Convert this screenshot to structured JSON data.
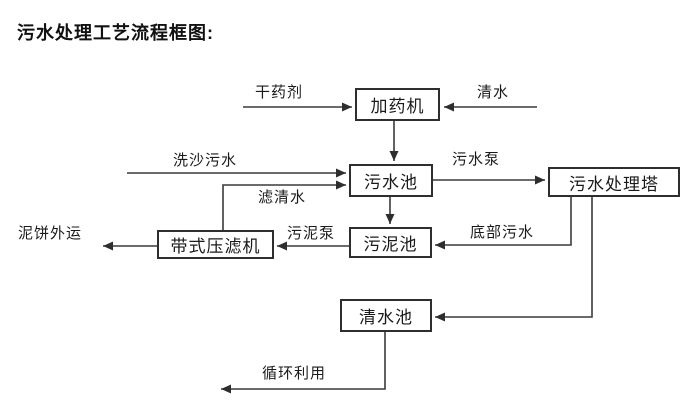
{
  "title": "污水处理工艺流程框图:",
  "diagram": {
    "nodes": {
      "dosing_machine": "加药机",
      "sewage_pool": "污水池",
      "treatment_tower": "污水处理塔",
      "sludge_pool": "污泥池",
      "belt_filter_press": "带式压滤机",
      "clear_water_pool": "清水池"
    },
    "edge_labels": {
      "dry_agent": "干药剂",
      "clear_water": "清水",
      "sand_washing_sewage": "洗沙污水",
      "sewage_pump": "污水泵",
      "filtered_water": "滤清水",
      "sludge_pump": "污泥泵",
      "bottom_sewage": "底部污水",
      "mud_cake_out": "泥饼外运",
      "recycle": "循环利用"
    },
    "edges": [
      {
        "from": null,
        "to": "dosing_machine",
        "label_key": "dry_agent"
      },
      {
        "from": null,
        "to": "dosing_machine",
        "label_key": "clear_water"
      },
      {
        "from": "dosing_machine",
        "to": "sewage_pool",
        "label_key": null
      },
      {
        "from": null,
        "to": "sewage_pool",
        "label_key": "sand_washing_sewage"
      },
      {
        "from": "belt_filter_press",
        "to": "sewage_pool",
        "label_key": "filtered_water"
      },
      {
        "from": "sewage_pool",
        "to": "treatment_tower",
        "label_key": "sewage_pump"
      },
      {
        "from": "sewage_pool",
        "to": "sludge_pool",
        "label_key": null
      },
      {
        "from": "treatment_tower",
        "to": "sludge_pool",
        "label_key": "bottom_sewage"
      },
      {
        "from": "sludge_pool",
        "to": "belt_filter_press",
        "label_key": "sludge_pump"
      },
      {
        "from": "belt_filter_press",
        "to": null,
        "label_key": "mud_cake_out"
      },
      {
        "from": "treatment_tower",
        "to": "clear_water_pool",
        "label_key": null
      },
      {
        "from": "clear_water_pool",
        "to": null,
        "label_key": "recycle"
      }
    ],
    "colors": {
      "line": "#3a3a3a",
      "box_border": "#2e2e2e",
      "text": "#1a1a1a",
      "background": "#ffffff"
    }
  }
}
